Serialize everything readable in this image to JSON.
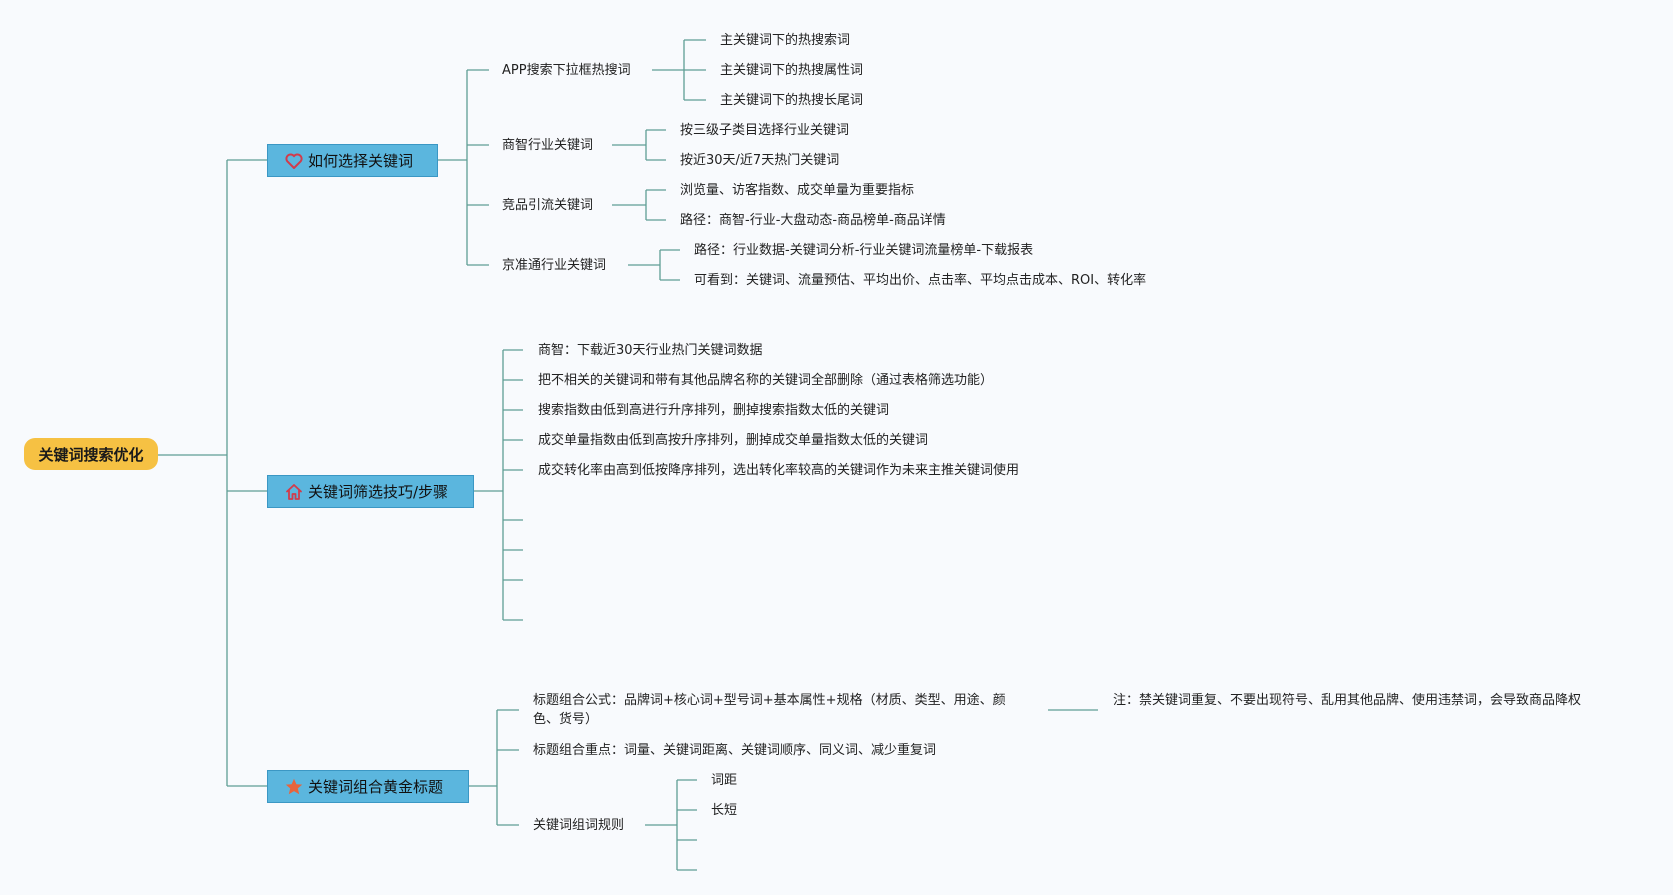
{
  "root": {
    "label": "关键词搜索优化"
  },
  "colors": {
    "line": "#5f9e95",
    "root": "#f6c143",
    "branch": "#5bb6de",
    "heart": "#d23b4b",
    "star": "#e8643c"
  },
  "branches": [
    {
      "label": "如何选择关键词",
      "icon": "heart-icon",
      "children": [
        {
          "label": "APP搜索下拉框热搜词",
          "children": [
            "主关键词下的热搜索词",
            "主关键词下的热搜属性词",
            "主关键词下的热搜长尾词"
          ]
        },
        {
          "label": "商智行业关键词",
          "children": [
            "按三级子类目选择行业关键词",
            "按近30天/近7天热门关键词"
          ]
        },
        {
          "label": "竞品引流关键词",
          "children": [
            "浏览量、访客指数、成交单量为重要指标",
            "路径：商智-行业-大盘动态-商品榜单-商品详情"
          ]
        },
        {
          "label": "京准通行业关键词",
          "children": [
            "路径：行业数据-关键词分析-行业关键词流量榜单-下载报表",
            "可看到：关键词、流量预估、平均出价、点击率、平均点击成本、ROI、转化率"
          ]
        }
      ]
    },
    {
      "label": "关键词筛选技巧/步骤",
      "icon": "house-icon",
      "children": [
        "商智：下载近30天行业热门关键词数据",
        "把不相关的关键词和带有其他品牌名称的关键词全部删除（通过表格筛选功能）",
        "搜索指数由低到高进行升序排列，删掉搜索指数太低的关键词",
        "成交单量指数由低到高按升序排列，删掉成交单量指数太低的关键词",
        "成交转化率由高到低按降序排列，选出转化率较高的关键词作为未来主推关键词使用"
      ]
    },
    {
      "label": "关键词组合黄金标题",
      "icon": "star-icon",
      "children": [
        {
          "label": "标题组合公式：品牌词+核心词+型号词+基本属性+规格（材质、类型、用途、颜色、货号）",
          "note": "注：禁关键词重复、不要出现符号、乱用其他品牌、使用违禁词，会导致商品降权"
        },
        {
          "label": "标题组合重点：词量、关键词距离、关键词顺序、同义词、减少重复词"
        },
        {
          "label": "关键词组词规则",
          "children": [
            "词距",
            "长短"
          ]
        }
      ]
    }
  ]
}
